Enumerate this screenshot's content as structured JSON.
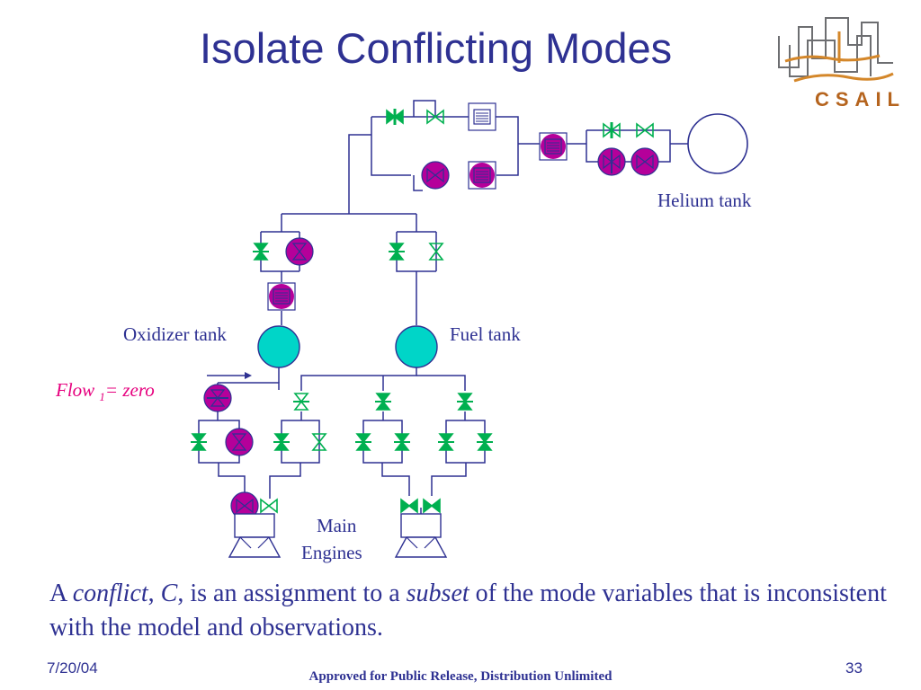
{
  "slide": {
    "title": "Isolate Conflicting Modes",
    "logo_text": "CSAIL",
    "labels": {
      "helium_tank": "Helium tank",
      "oxidizer_tank": "Oxidizer tank",
      "fuel_tank": "Fuel tank",
      "main_engines_line1": "Main",
      "main_engines_line2": "Engines",
      "flow_prefix": "Flow ",
      "flow_subscript": "1",
      "flow_suffix": "= zero"
    },
    "statement": {
      "a": "A ",
      "conflict": "conflict",
      "comma1": ", ",
      "c": "C",
      "rest1": ",  is an assignment to a ",
      "subset": "subset",
      "rest2": " of the mode variables that is inconsistent with the model and observations."
    },
    "footer": {
      "date": "7/20/04",
      "release": "Approved for Public Release, Distribution Unlimited",
      "page": "33"
    },
    "colors": {
      "title": "#2e3192",
      "line": "#2e3192",
      "valve_green": "#00b050",
      "conflict_magenta": "#b5009a",
      "tank_cyan": "#00d5c8",
      "flow_pink": "#e6007e",
      "logo_orange": "#d4872a",
      "logo_text": "#b5641e"
    },
    "icons": [
      "open-valve-icon",
      "closed-valve-icon",
      "regulator-icon",
      "tank-icon",
      "engine-icon",
      "csail-logo-icon"
    ]
  }
}
